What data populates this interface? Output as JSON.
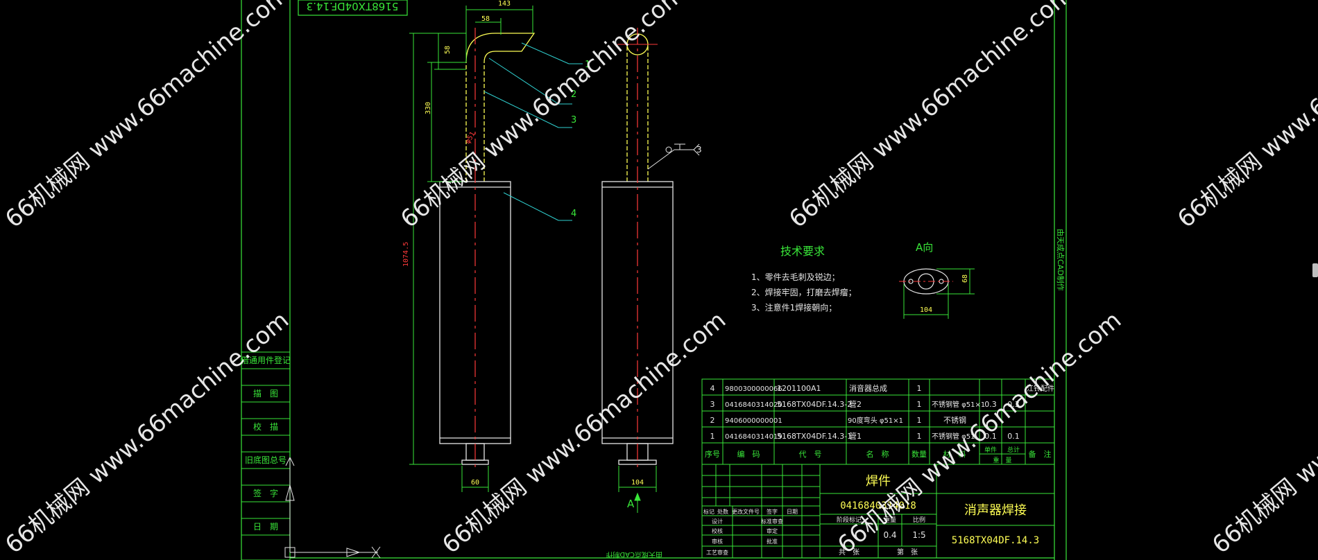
{
  "top_label": "5168TX04DF.14.3",
  "callouts": [
    "1",
    "2",
    "3",
    "4",
    "3"
  ],
  "dimensions": {
    "top_width": "143",
    "pipe_offset": "58",
    "elbow_height": "58",
    "upper_length": "330",
    "total_length": "1074.5",
    "pipe_dia": "φ51",
    "bottom_pipe": "60",
    "bottom_flange": "104",
    "flange_width": "104",
    "flange_height": "68"
  },
  "view_arrow_label": "A",
  "view_title": "A向",
  "tech_requirements": {
    "title": "技术要求",
    "items": [
      "1、零件去毛刺及锐边；",
      "2、焊接牢固，打磨去焊瘤；",
      "3、注意件1焊接朝向；"
    ]
  },
  "side_stamp": "由天成点CAD制作",
  "bottom_stamp": "由天成点CAD制作",
  "left_panel": [
    "借通用件登记",
    "描　图",
    "校　描",
    "旧底图总号",
    "签　字",
    "日　期"
  ],
  "bom": {
    "rows": [
      {
        "no": "4",
        "code": "9800300000066",
        "ref": "1201100A1",
        "name": "消音器总成",
        "qty": "1",
        "mat": "",
        "unit": "",
        "total": "",
        "remark": "江铃配件"
      },
      {
        "no": "3",
        "code": "0416840314020",
        "ref": "5168TX04DF.14.3-2",
        "name": "管2",
        "qty": "1",
        "mat": "不锈钢管 φ51×1",
        "unit": "0.3",
        "total": "0.3",
        "remark": ""
      },
      {
        "no": "2",
        "code": "9406000000001",
        "ref": "",
        "name": "90度弯头 φ51×1",
        "qty": "1",
        "mat": "不锈钢",
        "unit": "",
        "total": "",
        "remark": ""
      },
      {
        "no": "1",
        "code": "0416840314019",
        "ref": "5168TX04DF.14.3-1",
        "name": "管1",
        "qty": "1",
        "mat": "不锈钢管 φ51",
        "unit": "0.1",
        "total": "0.1",
        "remark": ""
      }
    ],
    "header": {
      "no": "序号",
      "code": "编　码",
      "ref": "代　号",
      "name": "名　称",
      "qty": "数量",
      "mat": "材　料",
      "unit": "单件",
      "total": "总计",
      "weight": "重　量",
      "remark": "备　注"
    }
  },
  "title_block": {
    "type": "焊件",
    "code": "0416840314018",
    "name": "消声器焊接",
    "drawing_no": "5168TX04DF.14.3",
    "stage_label": "阶段标记",
    "weight_label": "重量",
    "scale_label": "比例",
    "weight": "0.4",
    "scale": "1:5",
    "sheets_label": "共　张",
    "sheet_label": "第　张",
    "rev_labels": [
      "标记",
      "处数",
      "更改文件号",
      "签字",
      "日期"
    ],
    "sign_labels": [
      "设计",
      "校核",
      "审核",
      "工艺审查"
    ],
    "sign_labels2": [
      "标准审查",
      "审定",
      "批准"
    ]
  },
  "watermark": "66机械网 www.66machine.com"
}
